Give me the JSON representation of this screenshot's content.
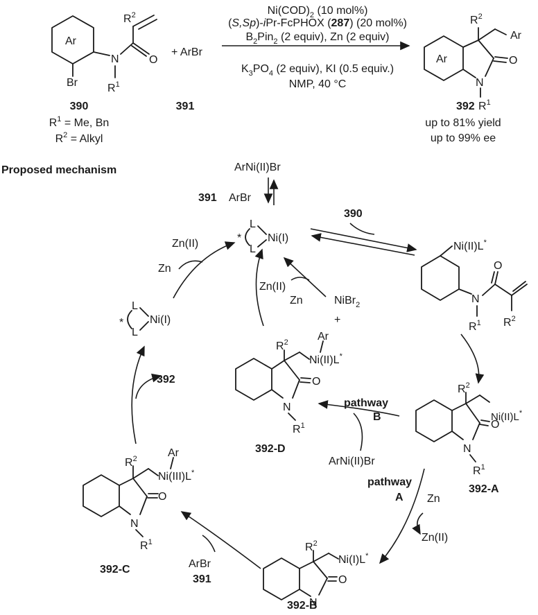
{
  "reaction": {
    "cond_line1": "Ni(COD)",
    "cond_line1_sub": "2",
    "cond_line1_tail": " (10 mol%)",
    "cond_line2_a": "(",
    "cond_line2_b": "S,Sp",
    "cond_line2_c": ")-",
    "cond_line2_d": "i",
    "cond_line2_e": "Pr-FcPHOX (",
    "cond_line2_f": "287",
    "cond_line2_g": ") (20 mol%)",
    "cond_line3_a": "B",
    "cond_line3_sub1": "2",
    "cond_line3_b": "Pin",
    "cond_line3_sub2": "2",
    "cond_line3_c": " (2 equiv), Zn (2 equiv)",
    "cond_line4_a": "K",
    "cond_line4_sub1": "3",
    "cond_line4_b": "PO",
    "cond_line4_sub2": "4",
    "cond_line4_c": " (2 equiv), KI (0.5 equiv.)",
    "cond_line5": "NMP,  40 °C",
    "plus_arbr": "+ ArBr",
    "sm_label": "390",
    "arbr_label": "391",
    "prod_label": "392",
    "r1_def": "R¹ = Me, Bn",
    "r2_def": "R² = Alkyl",
    "yield": "up to 81% yield",
    "ee": "up to 99% ee"
  },
  "mechanism": {
    "heading": "Proposed mechanism",
    "arnibr_top": "ArNi(II)Br",
    "lbl_391_top": "391",
    "arbr_top": "ArBr",
    "lbl_390": "390",
    "zn2_left": "Zn(II)",
    "zn_left": "Zn",
    "zn2_center": "Zn(II)",
    "zn_center": "Zn",
    "nibr2": "NiBr",
    "nibr2_sub": "2",
    "plus": "+",
    "lbl_392": "392",
    "pathway_b": "pathway",
    "pathway_b2": "B",
    "arnibr_b": "ArNi(II)Br",
    "pathway_a": "pathway",
    "pathway_a2": "A",
    "zn_a": "Zn",
    "zn2_a": "Zn(II)",
    "arbr_c": "ArBr",
    "lbl_391_c": "391",
    "lbl_392A": "392-A",
    "lbl_392B": "392-B",
    "lbl_392C": "392-C",
    "lbl_392D": "392-D"
  },
  "atoms": {
    "ni1": "Ni(I)",
    "l": "L",
    "star": "*",
    "ni2L": "Ni(II)L",
    "ni1L": "Ni(I)L",
    "ni3L": "Ni(III)L",
    "ar": "Ar",
    "n": "N",
    "o": "O",
    "br": "Br",
    "r1": "R",
    "r2": "R",
    "sup1": "1",
    "sup2": "2"
  }
}
